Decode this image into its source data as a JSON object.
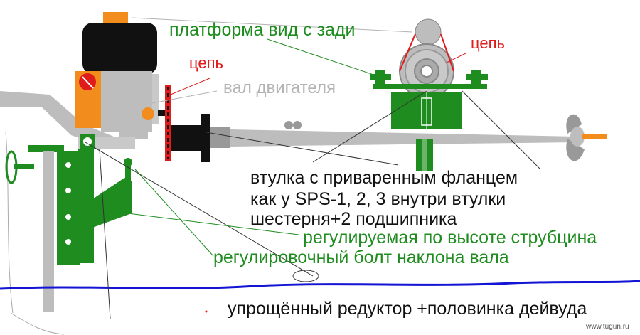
{
  "labels": {
    "platform_rear_view": "платформа вид с зади",
    "chain_left": "цепь",
    "chain_right": "цепь",
    "engine_shaft": "вал двигателя",
    "bushing_line1": "втулка с приваренным фланцем",
    "bushing_line2": "как у SPS-1, 2, 3    внутри втулки",
    "bushing_line3": "шестерня+2 подшипника",
    "clamp": "регулируемая по высоте струбцина",
    "tilt_bolt": "регулировочный болт наклона вала",
    "gearbox": "упрощённый редуктор +половинка дейвуда",
    "watermark": "www.tugun.ru"
  },
  "colors": {
    "green": "#1e8c1e",
    "red": "#e01b1b",
    "grey": "#b3b3b3",
    "orange": "#f28c1c",
    "black": "#111111",
    "water": "#1414d4"
  }
}
